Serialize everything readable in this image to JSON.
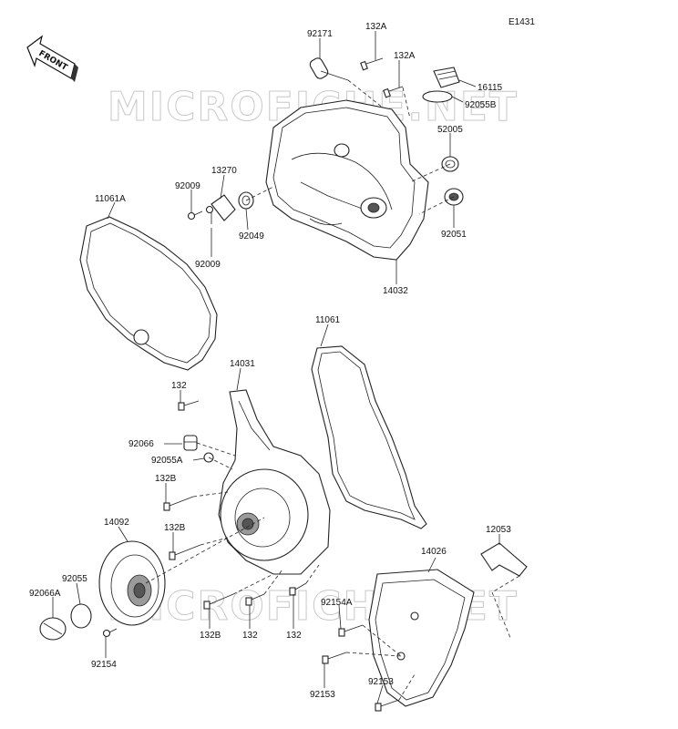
{
  "diagram": {
    "code": "E1431",
    "front_label": "FRONT",
    "watermark": "MICROFICHE.NET",
    "labels": {
      "p92171": "92171",
      "p132A_1": "132A",
      "p132A_2": "132A",
      "p16115": "16115",
      "p92055B": "92055B",
      "p52005": "52005",
      "p92051": "92051",
      "p14032": "14032",
      "p13270": "13270",
      "p92009_1": "92009",
      "p92009_2": "92009",
      "p92049": "92049",
      "p11061A": "11061A",
      "p11061": "11061",
      "p14031": "14031",
      "p132_1": "132",
      "p92066": "92066",
      "p92055A": "92055A",
      "p132B_1": "132B",
      "p132B_2": "132B",
      "p132B_3": "132B",
      "p14092": "14092",
      "p92055": "92055",
      "p92066A": "92066A",
      "p92154": "92154",
      "p132_2": "132",
      "p132_3": "132",
      "p92154A": "92154A",
      "p92153_1": "92153",
      "p92153_2": "92153",
      "p14026": "14026",
      "p12053": "12053"
    }
  }
}
